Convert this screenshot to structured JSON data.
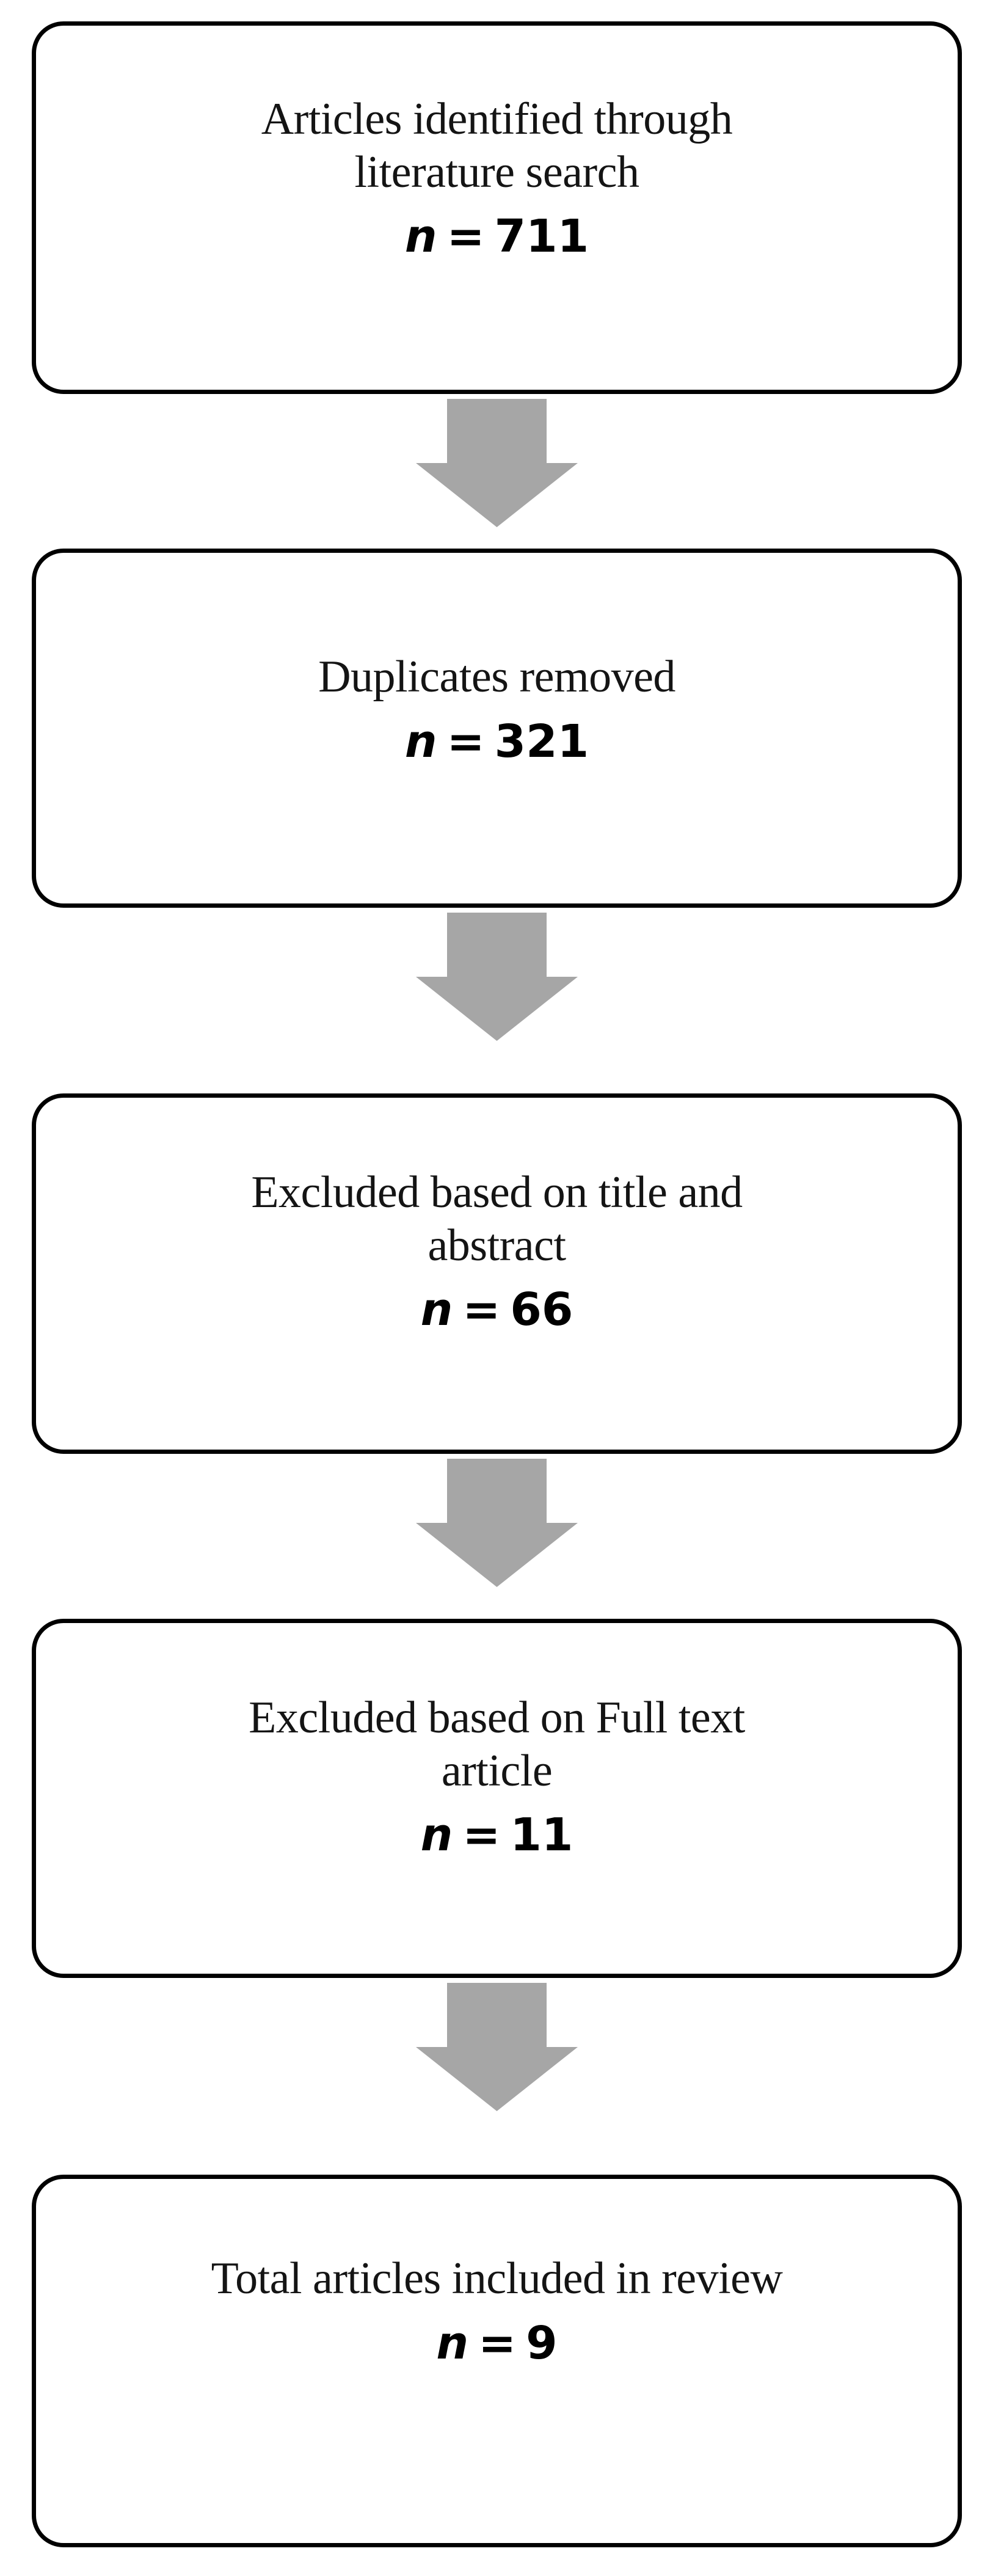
{
  "diagram": {
    "type": "prisma-flowchart",
    "orientation": "vertical",
    "arrow_color": "#A6A6A6",
    "box_border_color": "#000000",
    "box_fill_color": "#FFFFFF",
    "text_color": "#141414",
    "nodes": [
      {
        "id": "identified",
        "label": "Articles identified through\nliterature search",
        "count_var": "n",
        "count_eq": "=",
        "count_value": "711"
      },
      {
        "id": "duplicates",
        "label": "Duplicates removed",
        "count_var": "n",
        "count_eq": "=",
        "count_value": "321"
      },
      {
        "id": "excluded-title-abstract",
        "label": "Excluded based on title and\nabstract",
        "count_var": "n",
        "count_eq": "=",
        "count_value": "66"
      },
      {
        "id": "excluded-fulltext",
        "label": "Excluded based on Full text\narticle",
        "count_var": "n",
        "count_eq": "=",
        "count_value": "11"
      },
      {
        "id": "included",
        "label": "Total articles included in review",
        "count_var": "n",
        "count_eq": "=",
        "count_value": "9"
      }
    ],
    "connectors": [
      {
        "id": "arrow-1",
        "icon": "down-block-arrow-icon",
        "from": "identified",
        "to": "duplicates"
      },
      {
        "id": "arrow-2",
        "icon": "down-block-arrow-icon",
        "from": "duplicates",
        "to": "excluded-title-abstract"
      },
      {
        "id": "arrow-3",
        "icon": "down-block-arrow-icon",
        "from": "excluded-title-abstract",
        "to": "excluded-fulltext"
      },
      {
        "id": "arrow-4",
        "icon": "down-block-arrow-icon",
        "from": "excluded-fulltext",
        "to": "included"
      }
    ]
  }
}
